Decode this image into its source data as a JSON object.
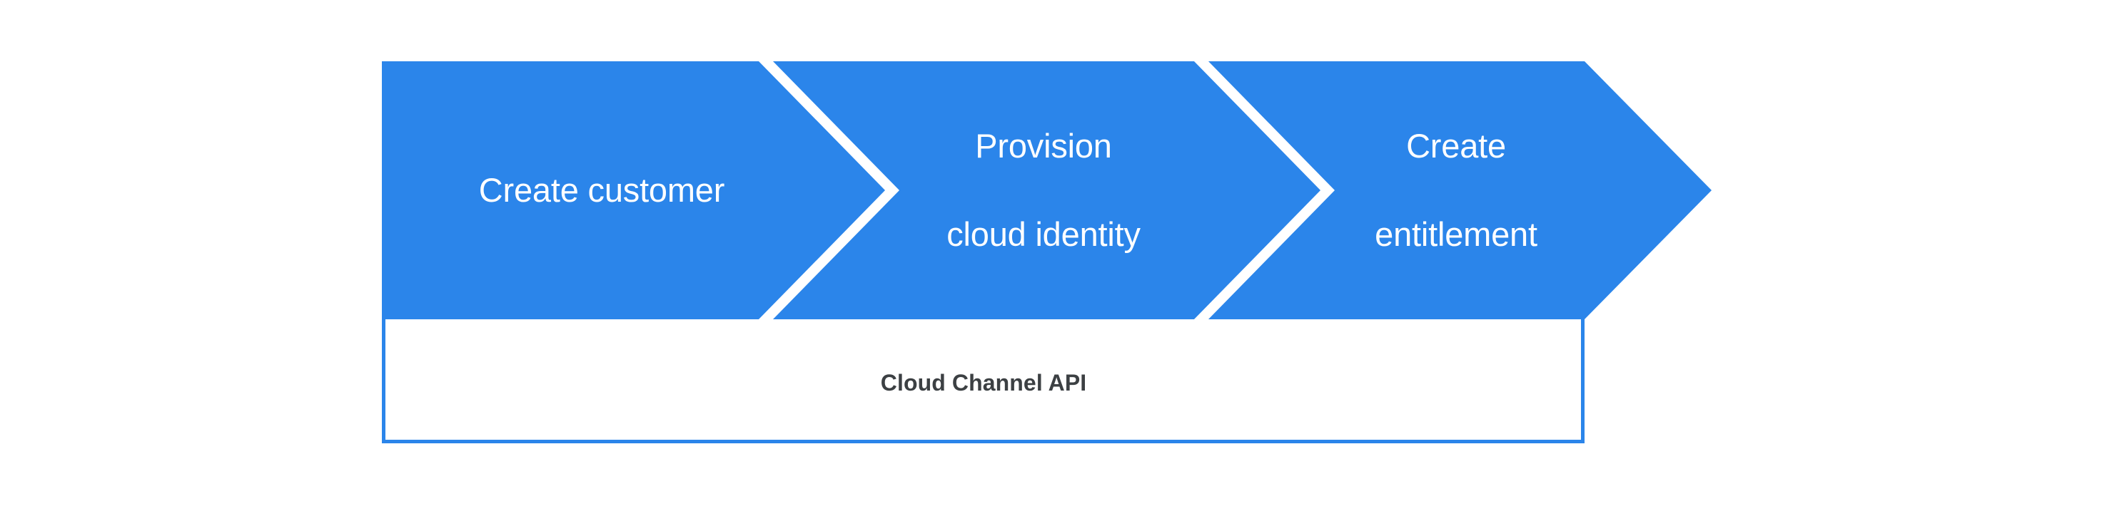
{
  "diagram": {
    "type": "process-flow-chevron",
    "title": "Cloud Channel API process flow",
    "colors": {
      "chevron_fill": "#2b85ea",
      "chevron_text": "#ffffff",
      "panel_border": "#2b85ea",
      "panel_fill": "#ffffff",
      "panel_text": "#3c4043",
      "background": "#ffffff"
    },
    "steps": [
      {
        "index": 1,
        "label": "Create customer",
        "label_lines": [
          "Create customer"
        ]
      },
      {
        "index": 2,
        "label": "Provision cloud identity",
        "label_lines": [
          "Provision",
          "cloud identity"
        ]
      },
      {
        "index": 3,
        "label": "Create entitlement",
        "label_lines": [
          "Create",
          "entitlement"
        ]
      }
    ],
    "footer_panel": {
      "label": "Cloud Channel API"
    }
  }
}
